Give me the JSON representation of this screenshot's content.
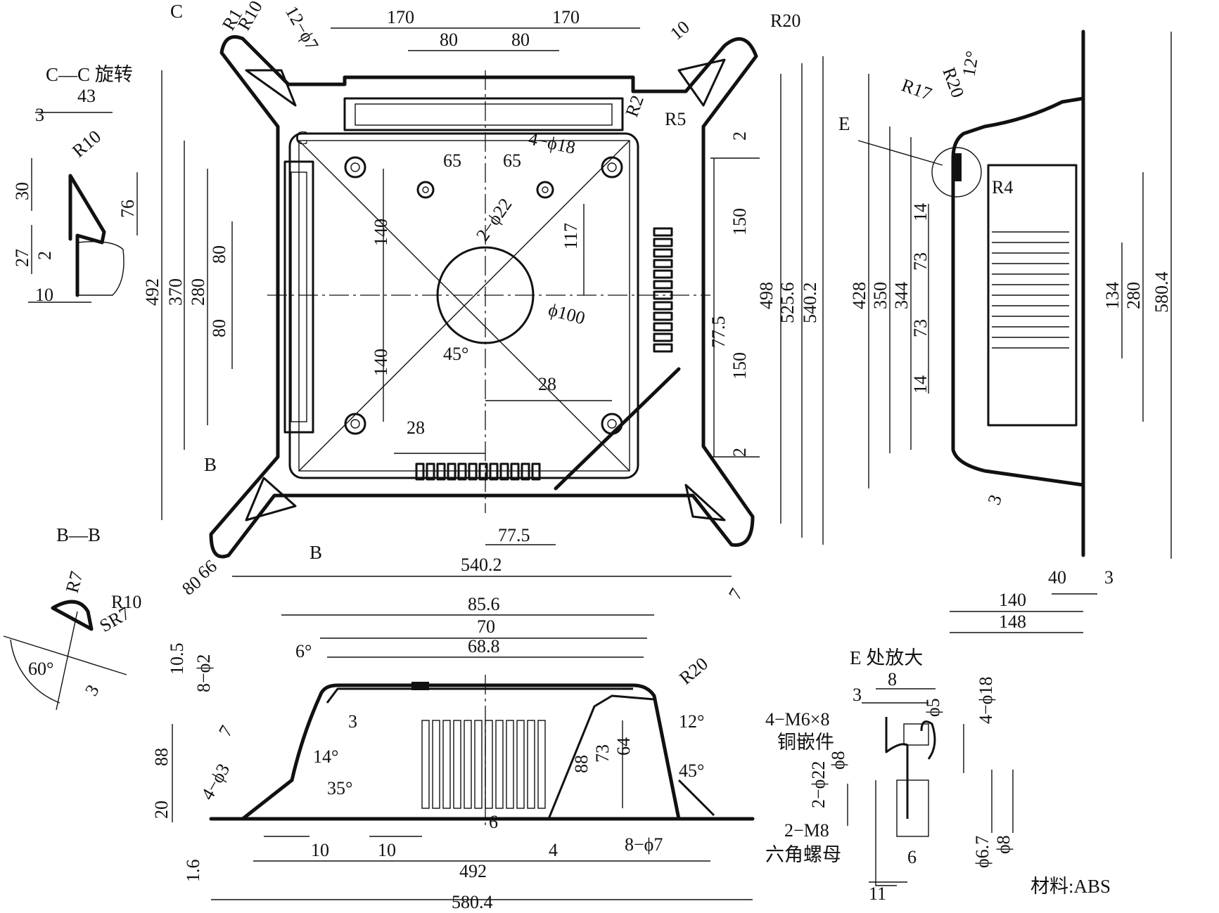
{
  "sections": {
    "cc": "C—C 旋转",
    "bb": "B—B",
    "e_detail": "E 处放大"
  },
  "material": "材料:ABS",
  "parts": {
    "insert": "铜嵌件",
    "nut": "六角螺母"
  },
  "labels": {
    "c_top": "C",
    "c_inner": "C",
    "b_left": "B",
    "b_right": "B",
    "e": "E"
  },
  "dims": {
    "plan": {
      "d170a": "170",
      "d170b": "170",
      "d80a": "80",
      "d80b": "80",
      "r10": "R10",
      "r1": "R1",
      "holes12": "12−ϕ7",
      "r20": "R20",
      "d10": "10",
      "r2": "R2",
      "r5": "R5",
      "holes4": "4−ϕ18",
      "d65a": "65",
      "d65b": "65",
      "holes2": "2−ϕ22",
      "d140a": "140",
      "d140b": "140",
      "d117": "117",
      "phi100": "ϕ100",
      "d45": "45°",
      "d28a": "28",
      "d28b": "28",
      "d492": "492",
      "d370": "370",
      "d280": "280",
      "d80c": "80",
      "d80d": "80",
      "d2a": "2",
      "d2b": "2",
      "d150a": "150",
      "d150b": "150",
      "d77v": "77.5",
      "d498": "498",
      "d525": "525.6",
      "d540v": "540.2",
      "d77h": "77.5",
      "d540h": "540.2",
      "d66": "66",
      "d80e": "80",
      "d7": "7"
    },
    "side": {
      "r17": "R17",
      "r20": "R20",
      "a12": "12°",
      "r4": "R4",
      "d14a": "14",
      "d14b": "14",
      "d73a": "73",
      "d73b": "73",
      "d428": "428",
      "d350": "350",
      "d344": "344",
      "d134": "134",
      "d280": "280",
      "d580": "580.4",
      "d3": "3",
      "d40": "40",
      "d3b": "3",
      "d140": "140",
      "d148": "148"
    },
    "cc": {
      "d43": "43",
      "d3": "3",
      "r10": "R10",
      "d30": "30",
      "d76": "76",
      "d27": "27",
      "d2": "2",
      "d10": "10"
    },
    "bb": {
      "r7": "R7",
      "r10": "R10",
      "sr7": "SR7",
      "a60": "60°",
      "d3": "3"
    },
    "front": {
      "d856": "85.6",
      "d70": "70",
      "d688": "68.8",
      "a6": "6°",
      "d105": "10.5",
      "holes8a": "8−ϕ2",
      "r20": "R20",
      "d3": "3",
      "a12": "12°",
      "d88a": "88",
      "holes4": "4−ϕ3",
      "d7": "7",
      "a14": "14°",
      "d88b": "88",
      "d73": "73",
      "d64": "64",
      "a45": "45°",
      "a35": "35°",
      "d20": "20",
      "d6": "6",
      "d16": "1.6",
      "d10a": "10",
      "d10b": "10",
      "d4": "4",
      "holes8b": "8−ϕ7",
      "d492": "492",
      "d580": "580.4"
    },
    "edetail": {
      "d8": "8",
      "d3": "3",
      "phi5": "ϕ5",
      "holes4": "4−ϕ18",
      "m6": "4−M6×8",
      "phi8a": "ϕ8",
      "holes2": "2−ϕ22",
      "m8": "2−M8",
      "d6": "6",
      "phi67": "ϕ6.7",
      "phi8b": "ϕ8",
      "d11": "11"
    }
  }
}
